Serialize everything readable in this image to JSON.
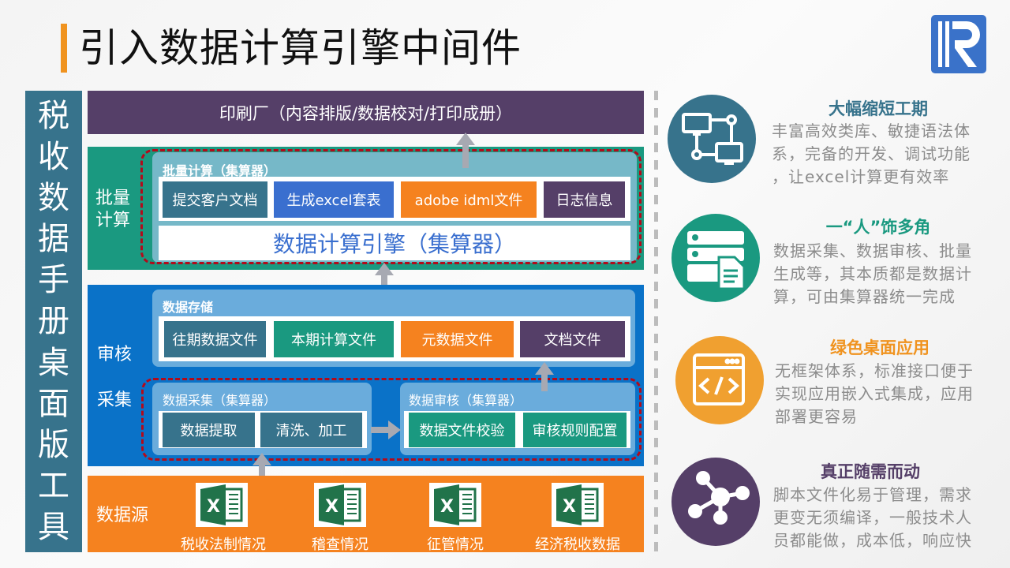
{
  "header": {
    "title": "引入数据计算引擎中间件",
    "logo_icon": "raqsoft-r-logo-icon"
  },
  "vertical_title": [
    "税",
    "收",
    "数",
    "据",
    "手",
    "册",
    "桌",
    "面",
    "版",
    "工",
    "具"
  ],
  "print_layer": {
    "label": "印刷厂（内容排版/数据校对/打印成册）"
  },
  "batch_layer": {
    "side_label_lines": [
      "批量",
      "计算"
    ],
    "panel_title": "批量计算（集算器）",
    "items": [
      {
        "label": "提交客户文档",
        "color": "#37738c"
      },
      {
        "label": "生成excel套表",
        "color": "#3a6fcf"
      },
      {
        "label": "adobe idml文件",
        "color": "#f5821f"
      },
      {
        "label": "日志信息",
        "color": "#553f68"
      }
    ],
    "engine_label": "数据计算引擎（集算器）"
  },
  "audit_layer": {
    "side_label_audit": "审核",
    "side_label_collect": "采集",
    "storage": {
      "title": "数据存储",
      "items": [
        {
          "label": "往期数据文件",
          "color": "#37738c"
        },
        {
          "label": "本期计算文件",
          "color": "#1a9980"
        },
        {
          "label": "元数据文件",
          "color": "#f5821f"
        },
        {
          "label": "文档文件",
          "color": "#553f68"
        }
      ]
    },
    "collect": {
      "title": "数据采集（集算器）",
      "items": [
        {
          "label": "数据提取",
          "color": "#37738c"
        },
        {
          "label": "清洗、加工",
          "color": "#37738c"
        }
      ]
    },
    "review": {
      "title": "数据审核（集算器）",
      "items": [
        {
          "label": "数据文件校验",
          "color": "#1a9980"
        },
        {
          "label": "审核规则配置",
          "color": "#1a9980"
        }
      ]
    }
  },
  "source_layer": {
    "side_label": "数据源",
    "items": [
      {
        "label": "税收法制情况",
        "icon": "excel-icon"
      },
      {
        "label": "稽查情况",
        "icon": "excel-icon"
      },
      {
        "label": "征管情况",
        "icon": "excel-icon"
      },
      {
        "label": "经济税收数据",
        "icon": "excel-icon"
      }
    ]
  },
  "features": [
    {
      "title": "大幅缩短工期",
      "color": "#37738c",
      "icon": "network-computers-icon",
      "lines": [
        "丰富高效类库、敏捷语法体",
        "系，完备的开发、调试功能",
        "，让excel计算更有效率"
      ]
    },
    {
      "title": "一“人”饰多角",
      "color": "#1a9980",
      "icon": "server-document-icon",
      "lines": [
        "数据采集、数据审核、批量",
        "生成等，其本质都是数据计",
        "算，可由集算器统一完成"
      ]
    },
    {
      "title": "绿色桌面应用",
      "color": "#f0a030",
      "icon": "code-window-icon",
      "lines": [
        "无框架体系，标准接口便于",
        "实现应用嵌入式集成，应用",
        "部署更容易"
      ]
    },
    {
      "title": "真正随需而动",
      "color": "#553f68",
      "icon": "molecule-nodes-icon",
      "lines": [
        "脚本文件化易于管理，需求",
        "更变无须编译，一般技术人",
        "员都能做，成本低，响应快"
      ]
    }
  ]
}
